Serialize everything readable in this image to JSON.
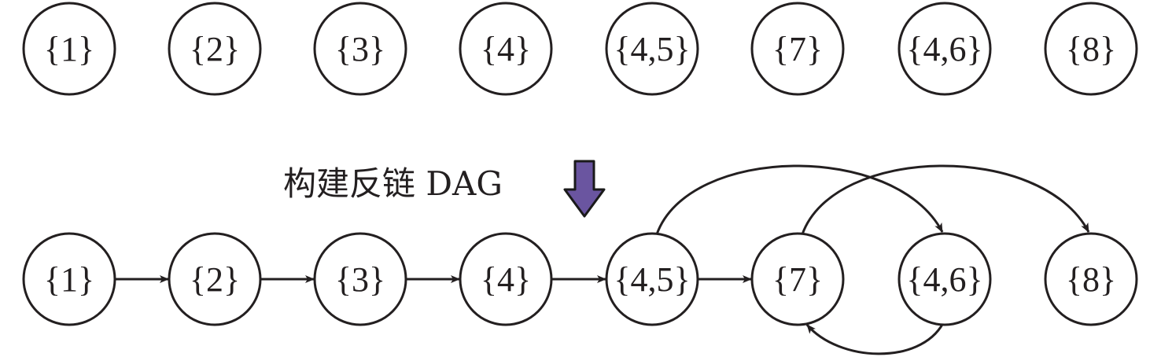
{
  "top_row": {
    "nodes": [
      "{1}",
      "{2}",
      "{3}",
      "{4}",
      "{4,5}",
      "{7}",
      "{4,6}",
      "{8}"
    ]
  },
  "caption": "构建反链 DAG",
  "arrow_color": "#6a55a0",
  "bottom_row": {
    "nodes": [
      "{1}",
      "{2}",
      "{3}",
      "{4}",
      "{4,5}",
      "{7}",
      "{4,6}",
      "{8}"
    ],
    "straight_edges": [
      [
        0,
        1
      ],
      [
        1,
        2
      ],
      [
        2,
        3
      ],
      [
        3,
        4
      ],
      [
        4,
        5
      ]
    ],
    "curved_edges_over": [
      [
        4,
        6
      ],
      [
        5,
        7
      ]
    ],
    "curved_edges_under": [
      [
        6,
        5
      ]
    ]
  }
}
